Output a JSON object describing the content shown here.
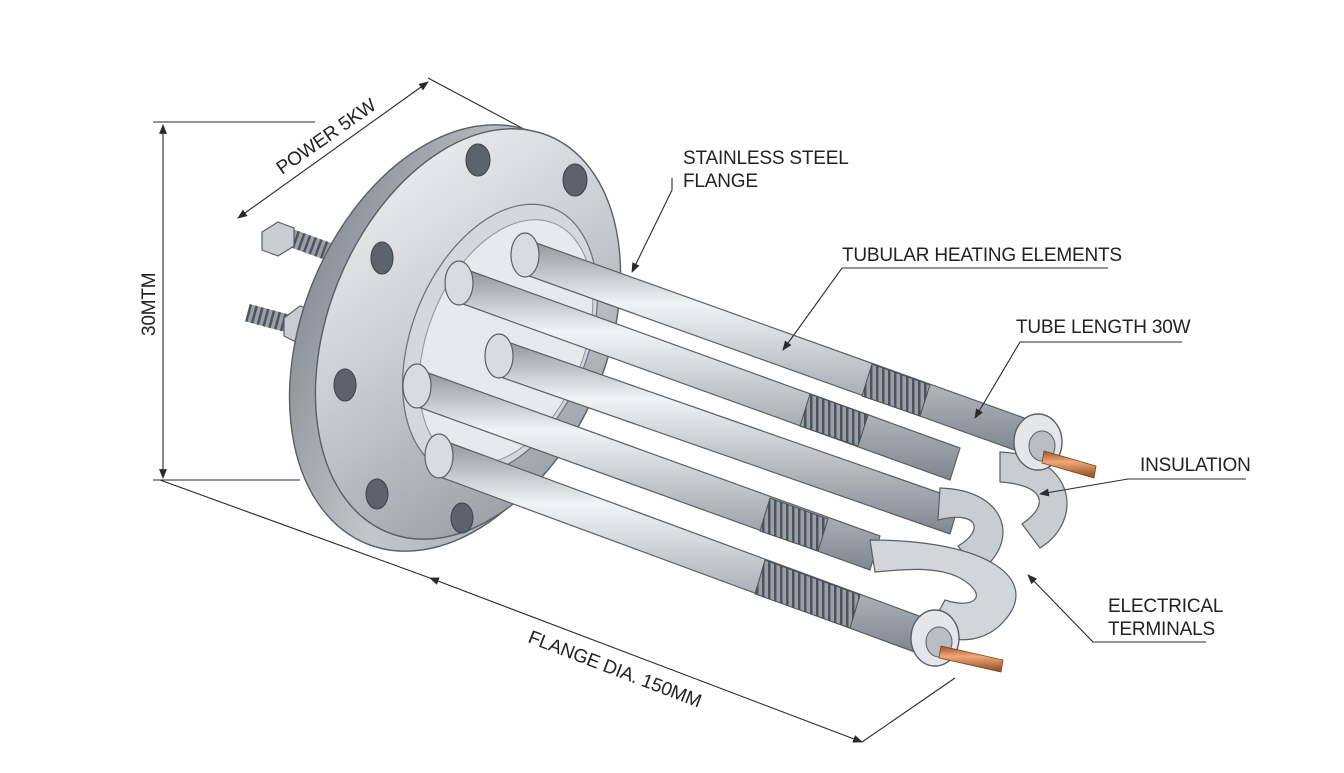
{
  "labels": {
    "flange": [
      "STAINLESS STEEL",
      "FLANGE"
    ],
    "tubular": "TUBULAR HEATING ELEMENTS",
    "tube_length": "TUBE LENGTH 30W",
    "insulation": "INSULATION",
    "terminals": [
      "ELECTRICAL",
      "TERMINALS"
    ]
  },
  "dimensions": {
    "power": "POWER 5KW",
    "height": "30MTM",
    "flange_dia": "FLANGE DIA. 150MM"
  },
  "colors": {
    "steel_light": "#eef0f2",
    "steel_mid": "#b9bec5",
    "steel_dark": "#7d848c",
    "copper": "#c8743e",
    "line": "#2a2a2a"
  }
}
